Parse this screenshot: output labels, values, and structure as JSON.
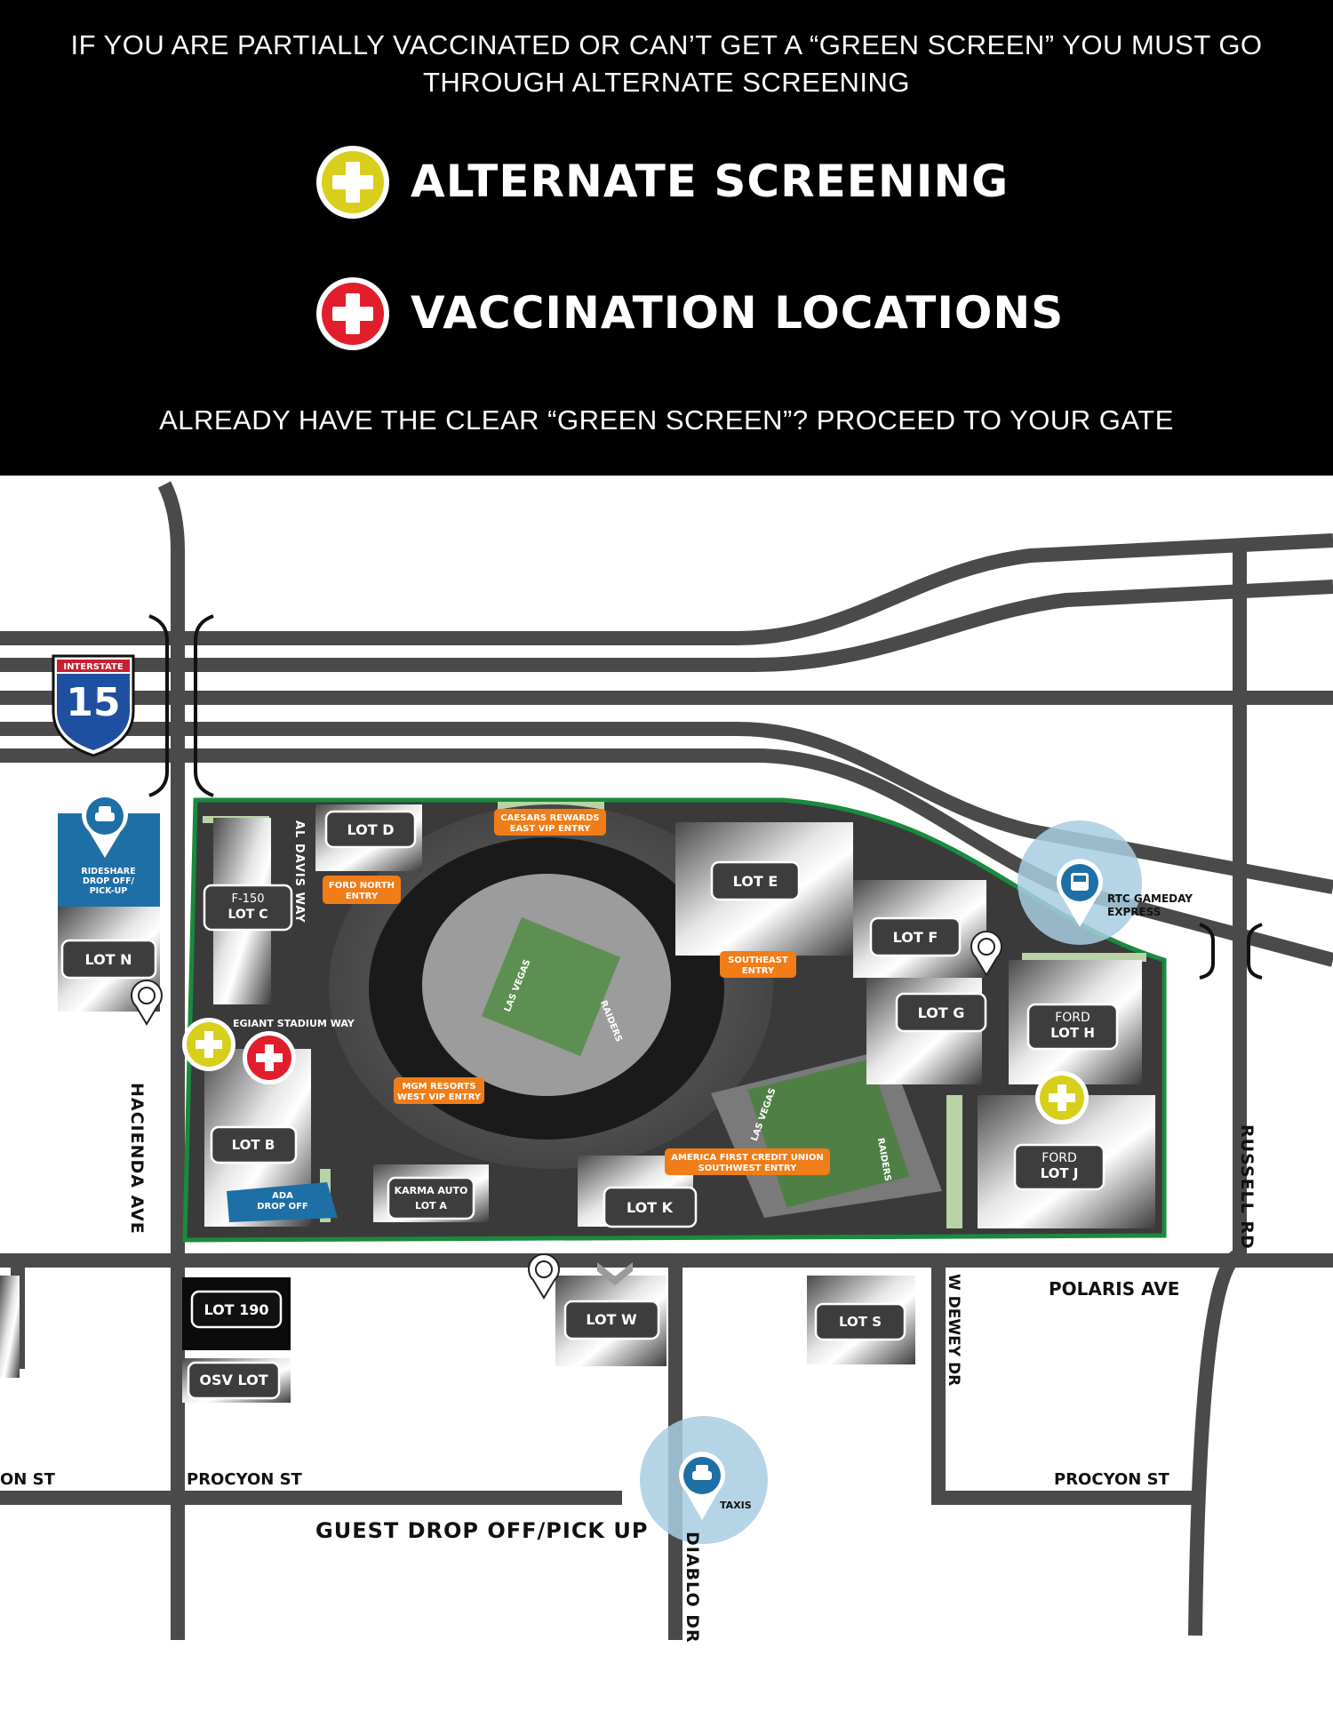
{
  "header": {
    "notice_line1": "IF YOU ARE PARTIALLY VACCINATED OR CAN’T GET A “GREEN SCREEN” YOU MUST GO",
    "notice_line2": "THROUGH ALTERNATE SCREENING",
    "legend": [
      {
        "label": "ALTERNATE SCREENING",
        "icon": "yellow-plus-icon",
        "color": "#d8cf1c"
      },
      {
        "label": "VACCINATION LOCATIONS",
        "icon": "red-plus-icon",
        "color": "#e21d2c"
      }
    ],
    "footer_note": "ALREADY HAVE THE CLEAR “GREEN SCREEN”? PROCEED TO YOUR GATE"
  },
  "map": {
    "colors": {
      "road": "#4a4a4a",
      "boundary": "#1a8a3c",
      "entry": "#f07d18",
      "service_blue": "#1e6fa5",
      "halo": "#a8cde0"
    },
    "interstate": {
      "label": "INTERSTATE",
      "number": "15"
    },
    "streets": {
      "al_davis": "AL DAVIS WAY",
      "allegiant": "EGIANT STADIUM WAY",
      "hacienda": "HACIENDA AVE",
      "russell": "RUSSELL RD",
      "polaris": "POLARIS AVE",
      "w_dewey": "W DEWEY DR",
      "procyon_left": "ON ST",
      "procyon_mid": "PROCYON ST",
      "procyon_right": "PROCYON ST",
      "diablo": "DIABLO DR",
      "guest_drop": "GUEST DROP OFF/PICK UP"
    },
    "lots": {
      "d": "LOT D",
      "e": "LOT E",
      "f": "LOT F",
      "g": "LOT G",
      "h_line1": "FORD",
      "h_line2": "LOT H",
      "j_line1": "FORD",
      "j_line2": "LOT J",
      "c_line1": "F-150",
      "c_line2": "LOT C",
      "n": "LOT N",
      "b": "LOT B",
      "k": "LOT K",
      "a_line1": "KARMA AUTO",
      "a_line2": "LOT A",
      "w": "LOT W",
      "s": "LOT S",
      "l190": "LOT 190",
      "osv": "OSV LOT"
    },
    "entries": {
      "caesars_line1": "CAESARS REWARDS",
      "caesars_line2": "EAST VIP ENTRY",
      "ford_north_line1": "FORD NORTH",
      "ford_north_line2": "ENTRY",
      "southeast_line1": "SOUTHEAST",
      "southeast_line2": "ENTRY",
      "mgm_line1": "MGM RESORTS",
      "mgm_line2": "WEST VIP ENTRY",
      "afcu_line1": "AMERICA FIRST CREDIT UNION",
      "afcu_line2": "SOUTHWEST ENTRY"
    },
    "services": {
      "rideshare_line1": "RIDESHARE",
      "rideshare_line2": "DROP OFF/",
      "rideshare_line3": "PICK-UP",
      "ada_line1": "ADA",
      "ada_line2": "DROP OFF",
      "rtc_line1": "RTC GAMEDAY",
      "rtc_line2": "EXPRESS",
      "taxis": "TAXIS"
    },
    "field": {
      "endzone_1": "LAS VEGAS",
      "endzone_2": "RAIDERS"
    }
  }
}
